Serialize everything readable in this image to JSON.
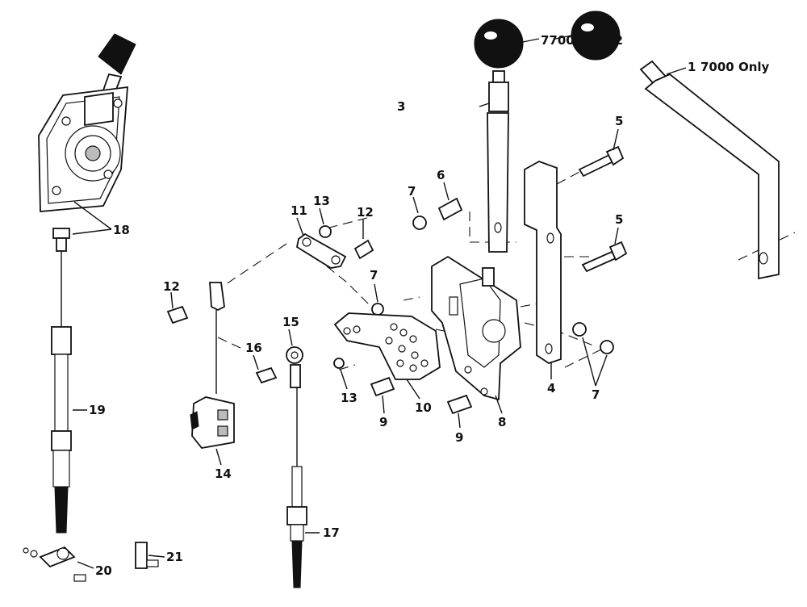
{
  "callouts": [
    {
      "id": "c1",
      "text": "1"
    },
    {
      "id": "c1note",
      "text": "7000 Only"
    },
    {
      "id": "c2",
      "text": "7700 Only-2"
    },
    {
      "id": "c3",
      "text": "3"
    },
    {
      "id": "c4",
      "text": "4"
    },
    {
      "id": "c5a",
      "text": "5"
    },
    {
      "id": "c5b",
      "text": "5"
    },
    {
      "id": "c6",
      "text": "6"
    },
    {
      "id": "c7a",
      "text": "7"
    },
    {
      "id": "c7b",
      "text": "7"
    },
    {
      "id": "c7c",
      "text": "7"
    },
    {
      "id": "c8",
      "text": "8"
    },
    {
      "id": "c9a",
      "text": "9"
    },
    {
      "id": "c9b",
      "text": "9"
    },
    {
      "id": "c10",
      "text": "10"
    },
    {
      "id": "c11",
      "text": "11"
    },
    {
      "id": "c12a",
      "text": "12"
    },
    {
      "id": "c12b",
      "text": "12"
    },
    {
      "id": "c13a",
      "text": "13"
    },
    {
      "id": "c13b",
      "text": "13"
    },
    {
      "id": "c14",
      "text": "14"
    },
    {
      "id": "c15",
      "text": "15"
    },
    {
      "id": "c16",
      "text": "16"
    },
    {
      "id": "c17",
      "text": "17"
    },
    {
      "id": "c18",
      "text": "18"
    },
    {
      "id": "c19",
      "text": "19"
    },
    {
      "id": "c20",
      "text": "20"
    },
    {
      "id": "c21",
      "text": "21"
    }
  ]
}
